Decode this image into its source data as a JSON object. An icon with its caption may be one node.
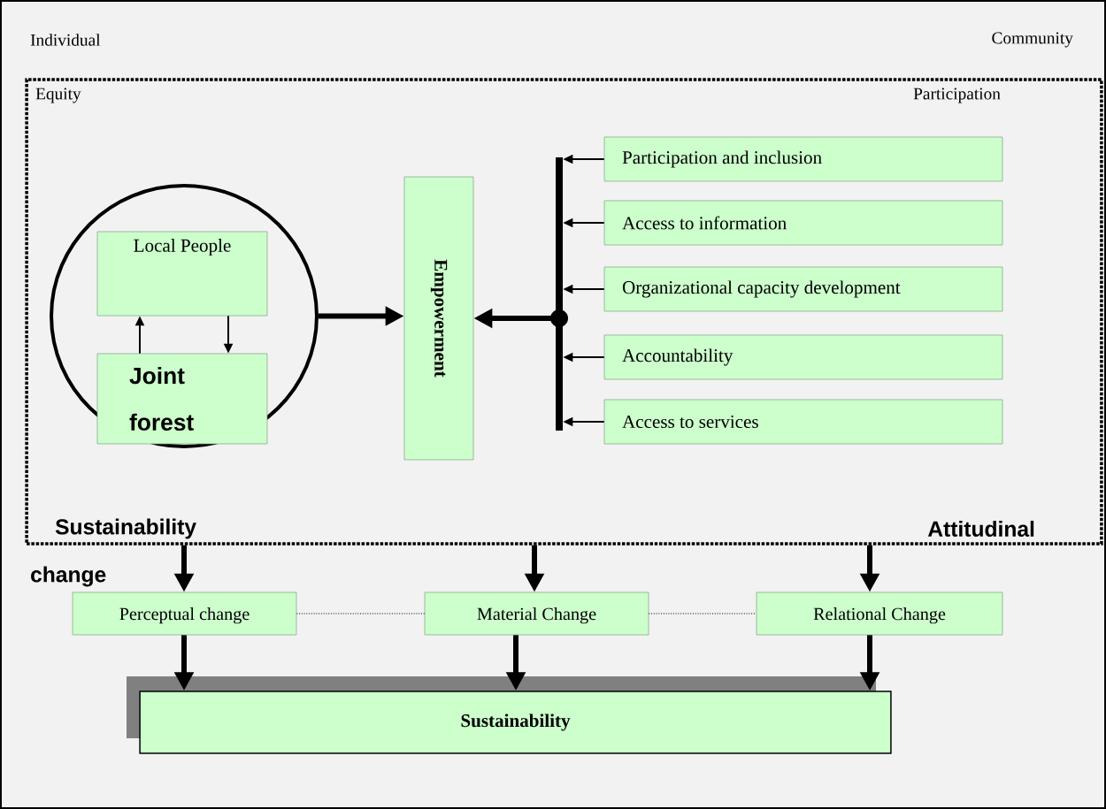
{
  "diagram": {
    "nodes": [
      {
        "text": [],
        "shape": "box"
      },
      {
        "text": [],
        "shape": "circle",
        "in": 0
      },
      {
        "text": [
          "Local People"
        ],
        "in": 1
      },
      {
        "text": [
          "Joint forest"
        ],
        "in": 1
      },
      {
        "text": [
          "Empowerment"
        ],
        "in": 0
      },
      {
        "text": [],
        "shape": "bar",
        "in": 0
      },
      {
        "text": [
          "Participation and inclusion"
        ],
        "in": 0
      },
      {
        "text": [
          "Access to information"
        ],
        "in": 0
      },
      {
        "text": [
          "Organizational capacity development"
        ],
        "in": 0
      },
      {
        "text": [
          "Accountability"
        ],
        "in": 0
      },
      {
        "text": [
          "Access to services"
        ],
        "in": 0
      },
      {
        "text": [
          "Perceptual change"
        ]
      },
      {
        "text": [
          "Material Change"
        ]
      },
      {
        "text": [
          "Relational Change"
        ]
      },
      {
        "text": [
          "Sustainability"
        ]
      }
    ],
    "edges": [
      {
        "from": 3,
        "to": 2,
        "arrow": "to"
      },
      {
        "from": 2,
        "to": 3,
        "arrow": "to"
      },
      {
        "from": 1,
        "to": 4,
        "arrow": "to",
        "style": "thick"
      },
      {
        "from": 5,
        "to": 4,
        "arrow": "to",
        "style": "thick"
      },
      {
        "from": 6,
        "to": 5,
        "arrow": "to"
      },
      {
        "from": 7,
        "to": 5,
        "arrow": "to"
      },
      {
        "from": 8,
        "to": 5,
        "arrow": "to"
      },
      {
        "from": 9,
        "to": 5,
        "arrow": "to"
      },
      {
        "from": 10,
        "to": 5,
        "arrow": "to"
      },
      {
        "from": 0,
        "to": 11,
        "arrow": "to",
        "style": "thick"
      },
      {
        "from": 0,
        "to": 12,
        "arrow": "to",
        "style": "thick"
      },
      {
        "from": 0,
        "to": 13,
        "arrow": "to",
        "style": "thick"
      },
      {
        "from": 11,
        "to": 12,
        "arrow": "none",
        "style": "dashed"
      },
      {
        "from": 12,
        "to": 13,
        "arrow": "none",
        "style": "dashed"
      },
      {
        "from": 11,
        "to": 14,
        "arrow": "to",
        "style": "thick"
      },
      {
        "from": 12,
        "to": 14,
        "arrow": "to",
        "style": "thick"
      },
      {
        "from": 13,
        "to": 14,
        "arrow": "to",
        "style": "thick"
      }
    ],
    "labels": [
      "Individual",
      "Community",
      "Equity",
      "Participation",
      "Sustainability",
      "Attitudinal",
      "change"
    ]
  }
}
